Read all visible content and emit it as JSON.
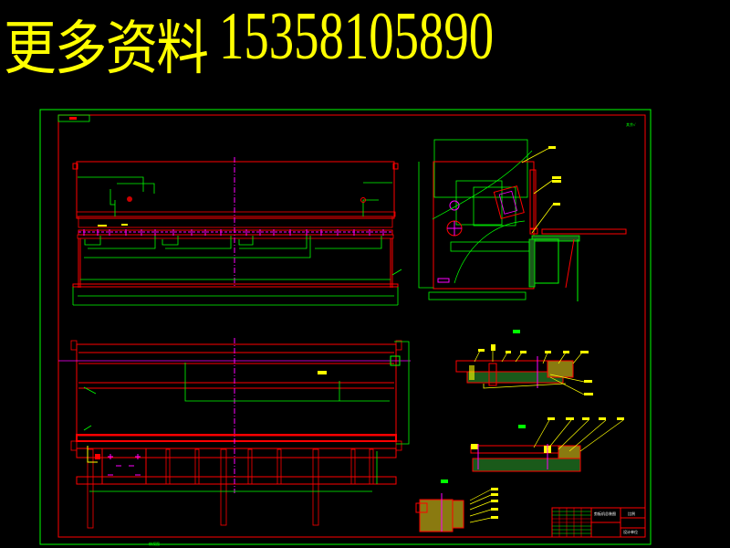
{
  "banner": {
    "chinese_text": "更多资料",
    "phone": "15358105890",
    "color": "#ffff00"
  },
  "drawing": {
    "background": "#000000",
    "colors": {
      "frame_outer": "#00ff00",
      "frame_inner": "#ff0000",
      "outline": "#ff0000",
      "dimension": "#00ff00",
      "centerline": "#ff00ff",
      "leader": "#ffff00",
      "hatch": "#00ff00"
    },
    "frame_tag_top_left": "图号",
    "roughness_note_top_right": "其余√",
    "views": [
      {
        "name": "front-view",
        "label": ""
      },
      {
        "name": "side-section-view",
        "label": ""
      },
      {
        "name": "top-view",
        "label": ""
      },
      {
        "name": "section-a-a",
        "label": "A-A"
      },
      {
        "name": "section-b-b",
        "label": "B-B"
      },
      {
        "name": "section-c-c",
        "label": "C-C"
      }
    ],
    "bottom_view_caption": "俯视图",
    "title_block": {
      "drawing_title": "剪板机总装图",
      "scale": "比例",
      "school": "设计单位",
      "drawing_number": "图号"
    }
  }
}
